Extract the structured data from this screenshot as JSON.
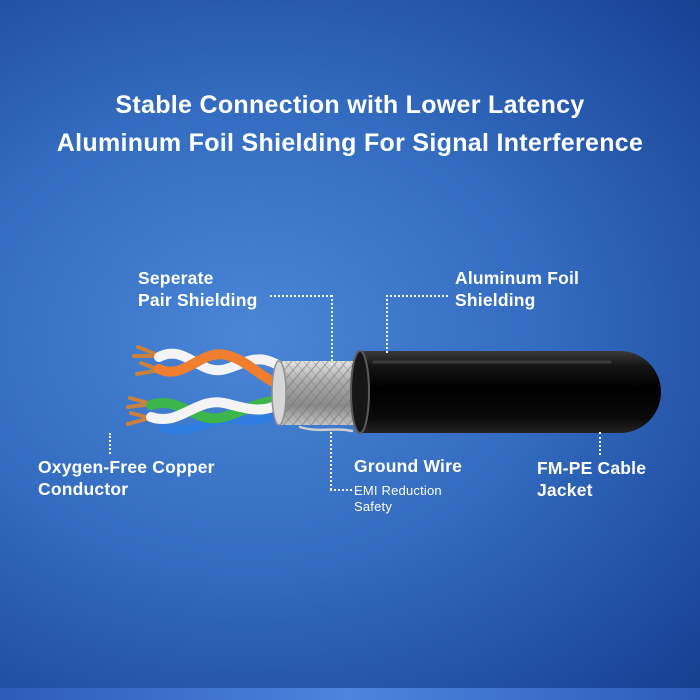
{
  "title": {
    "line1": "Stable Connection with Lower Latency",
    "line2": "Aluminum Foil Shielding For Signal Interference"
  },
  "callouts": {
    "separate_pair_shielding": {
      "line1": "Seperate",
      "line2": "Pair Shielding"
    },
    "aluminum_foil_shielding": {
      "line1": "Aluminum Foil",
      "line2": "Shielding"
    },
    "copper_conductor": {
      "line1": "Oxygen-Free Copper",
      "line2": "Conductor"
    },
    "ground_wire": {
      "label": "Ground Wire",
      "sub_line1": "EMI Reduction",
      "sub_line2": "Safety"
    },
    "cable_jacket": {
      "line1": "FM-PE Cable",
      "line2": "Jacket"
    }
  },
  "colors": {
    "background_center": "#4a85d6",
    "background_edge": "#0c2a6b",
    "text": "#ffffff",
    "leader_line": "#ffffff",
    "cable_jacket": "#000000",
    "foil_shield": "#a8a8a8",
    "wire_orange": "#ef7f2e",
    "wire_green": "#3cb54a",
    "wire_blue": "#2f7de0",
    "wire_white": "#f4f4f4",
    "copper_conductor": "#c9813d",
    "bottom_bar": "#4c84de"
  }
}
